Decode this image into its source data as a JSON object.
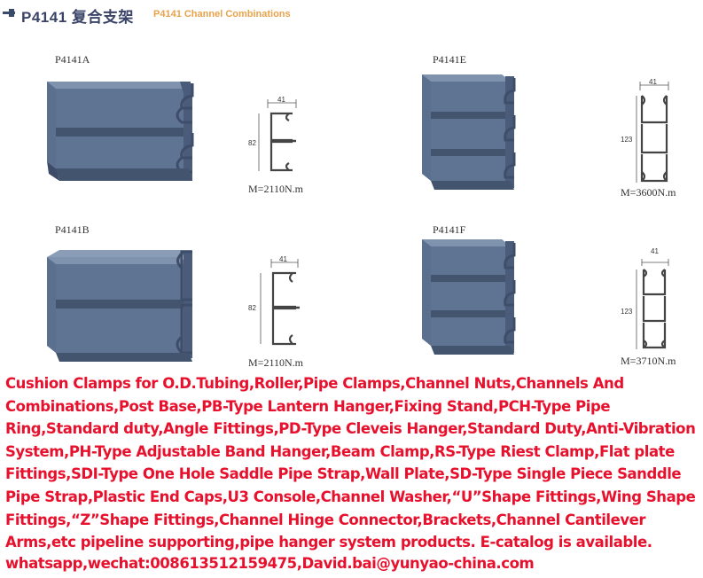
{
  "header": {
    "title": "P4141 复合支架",
    "subtitle": "P4141 Channel Combinations"
  },
  "products": [
    {
      "label": "P4141A",
      "width_dim": "41",
      "height_dim": "82",
      "moment": "M=2110N.m"
    },
    {
      "label": "P4141E",
      "width_dim": "41",
      "height_dim": "123",
      "moment": "M=3600N.m"
    },
    {
      "label": "P4141B",
      "width_dim": "41",
      "height_dim": "82",
      "moment": "M=2110N.m"
    },
    {
      "label": "P4141F",
      "width_dim": "41",
      "height_dim": "123",
      "moment": "M=3710N.m"
    }
  ],
  "colors": {
    "profile": "#5b6f8e",
    "profile_dark": "#43546f",
    "profile_light": "#7f92ae",
    "text_red": "#e8112d",
    "title_blue": "#3b4468",
    "title_orange": "#e8a24a"
  },
  "description": "Cushion Clamps for O.D.Tubing,Roller,Pipe Clamps,Channel Nuts,Channels And Combinations,Post Base,PB-Type Lantern Hanger,Fixing Stand,PCH-Type Pipe Ring,Standard duty,Angle Fittings,PD-Type Cleveis Hanger,Standard Duty,Anti-Vibration System,PH-Type Adjustable Band Hanger,Beam Clamp,RS-Type Riest Clamp,Flat plate Fittings,SDI-Type One Hole Saddle Pipe Strap,Wall Plate,SD-Type Single Piece Sanddle Pipe Strap,Plastic End Caps,U3 Console,Channel Washer,“U”Shape Fittings,Wing Shape Fittings,“Z”Shape Fittings,Channel Hinge Connector,Brackets,Channel Cantilever Arms,etc pipeline supporting,pipe hanger system products. E-catalog is available.",
  "contact": "whatsapp,wechat:008613512159475,David.bai@yunyao-china.com"
}
